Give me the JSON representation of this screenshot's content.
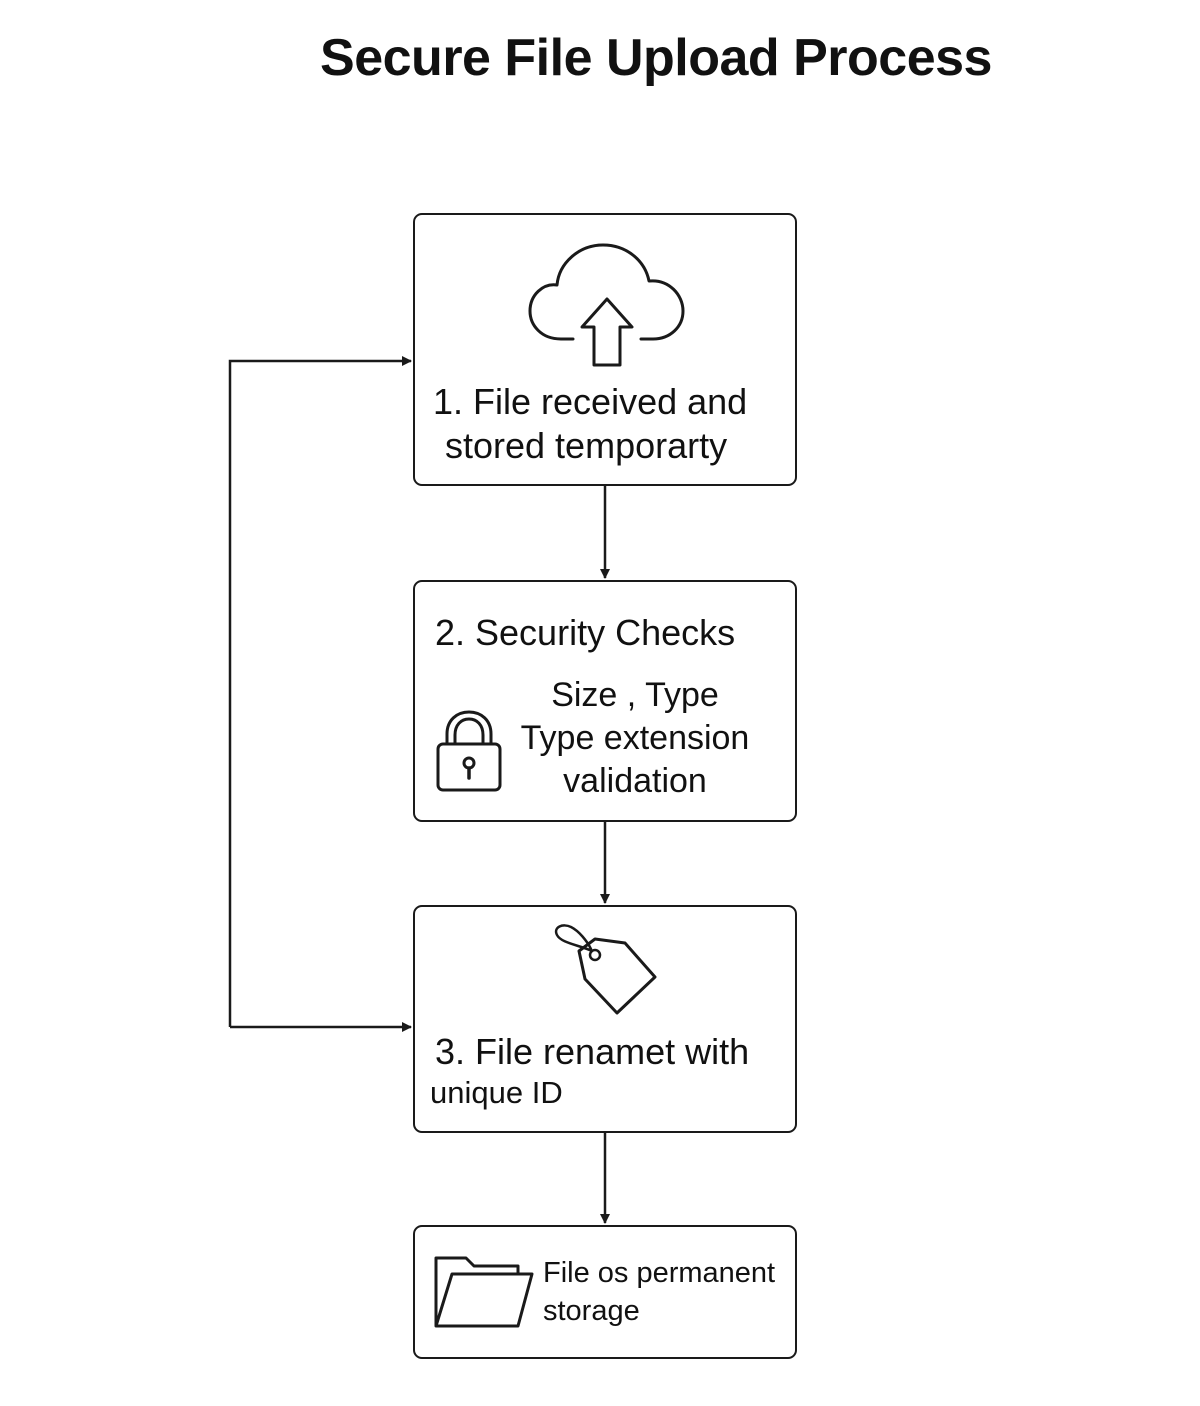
{
  "title": "Secure File Upload Process",
  "steps": [
    {
      "icon": "cloud-upload-icon",
      "lines": [
        "1. File received and",
        "stored temporarty"
      ]
    },
    {
      "icon": "padlock-icon",
      "heading": "2. Security Checks",
      "lines": [
        "Size , Type",
        "Type extension",
        "validation"
      ]
    },
    {
      "icon": "tag-icon",
      "heading": "3. File renamet with",
      "lines": [
        "unique ID"
      ]
    },
    {
      "icon": "folder-icon",
      "lines": [
        "File os permanent",
        "storage"
      ]
    }
  ],
  "colors": {
    "stroke": "#1a1a1a",
    "text": "#111111",
    "background": "#ffffff"
  }
}
